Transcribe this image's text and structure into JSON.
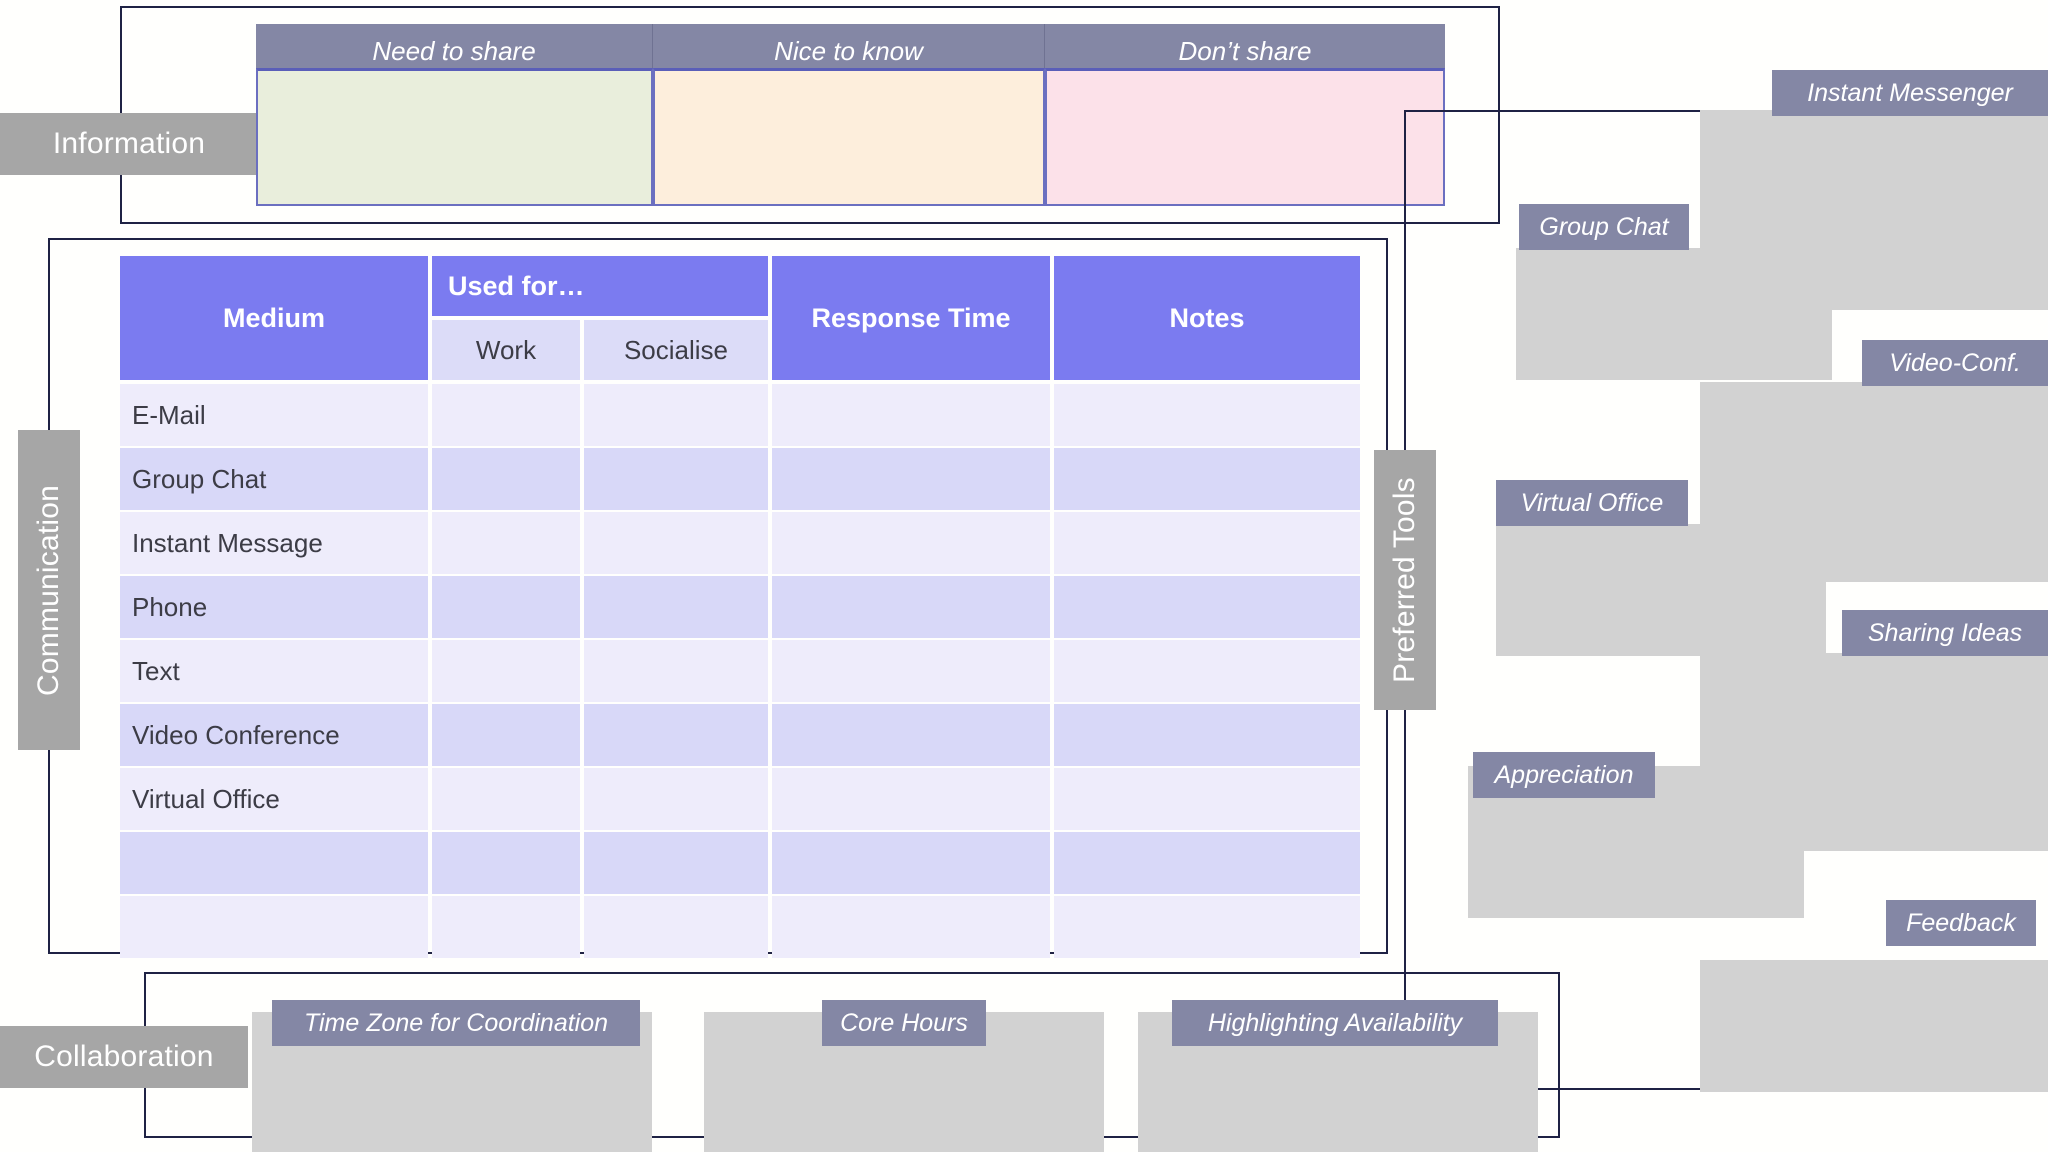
{
  "sections": {
    "information": {
      "label": "Information",
      "columns": [
        {
          "title": "Need to share",
          "fill": "#e9eedc"
        },
        {
          "title": "Nice to know",
          "fill": "#fdeedc"
        },
        {
          "title": "Don’t share",
          "fill": "#fce1e9"
        }
      ]
    },
    "communication": {
      "label": "Communication",
      "table": {
        "headers": {
          "medium": "Medium",
          "used_for": "Used for…",
          "work": "Work",
          "socialise": "Socialise",
          "response_time": "Response Time",
          "notes": "Notes"
        },
        "rows": [
          {
            "medium": "E-Mail",
            "work": "",
            "socialise": "",
            "response_time": "",
            "notes": ""
          },
          {
            "medium": "Group Chat",
            "work": "",
            "socialise": "",
            "response_time": "",
            "notes": ""
          },
          {
            "medium": "Instant Message",
            "work": "",
            "socialise": "",
            "response_time": "",
            "notes": ""
          },
          {
            "medium": "Phone",
            "work": "",
            "socialise": "",
            "response_time": "",
            "notes": ""
          },
          {
            "medium": "Text",
            "work": "",
            "socialise": "",
            "response_time": "",
            "notes": ""
          },
          {
            "medium": "Video Conference",
            "work": "",
            "socialise": "",
            "response_time": "",
            "notes": ""
          },
          {
            "medium": "Virtual Office",
            "work": "",
            "socialise": "",
            "response_time": "",
            "notes": ""
          },
          {
            "medium": "",
            "work": "",
            "socialise": "",
            "response_time": "",
            "notes": ""
          },
          {
            "medium": "",
            "work": "",
            "socialise": "",
            "response_time": "",
            "notes": ""
          }
        ]
      }
    },
    "preferred_tools": {
      "label": "Preferred Tools",
      "notes": [
        {
          "label": "Instant Messenger"
        },
        {
          "label": "Group Chat"
        },
        {
          "label": "Video-Conf."
        },
        {
          "label": "Virtual Office"
        },
        {
          "label": "Sharing Ideas"
        },
        {
          "label": "Appreciation"
        },
        {
          "label": "Feedback"
        }
      ]
    },
    "collaboration": {
      "label": "Collaboration",
      "boxes": [
        {
          "label": "Time Zone for Coordination"
        },
        {
          "label": "Core Hours"
        },
        {
          "label": "Highlighting Availability"
        }
      ]
    }
  },
  "colors": {
    "frame": "#1f2244",
    "category_tab": "#a6a6a6",
    "label_chip": "#8487a5",
    "table_header": "#7b7bf0",
    "table_subheader": "#dcdcf8",
    "row_odd": "#eeecfb",
    "row_even": "#d8d8f8",
    "note_fill": "#d2d2d2",
    "need_to_share": "#e9eedc",
    "nice_to_know": "#fdeedc",
    "dont_share": "#fce1e9"
  }
}
